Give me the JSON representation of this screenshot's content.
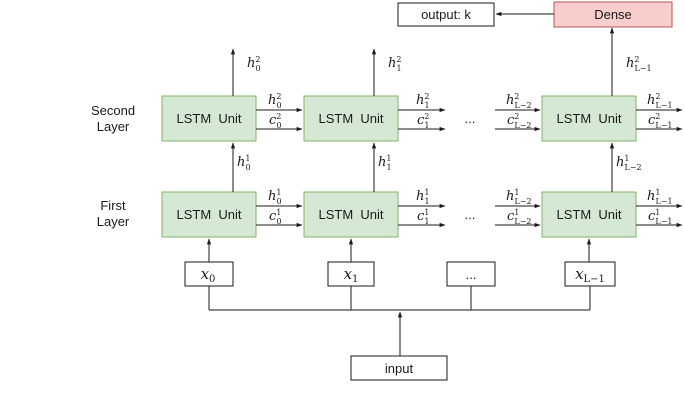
{
  "layer_labels": {
    "second": [
      "Second",
      "Layer"
    ],
    "first": [
      "First",
      "Layer"
    ]
  },
  "units": {
    "lstm_label": "LSTM  Unit",
    "dense_label": "Dense",
    "output_label": "output: k",
    "input_label": "input",
    "ellipsis": "..."
  },
  "inputs": {
    "x0": {
      "base": "x",
      "sub": "0"
    },
    "x1": {
      "base": "x",
      "sub": "1"
    },
    "xLm1": {
      "base": "x",
      "sub": "L−1"
    },
    "dots": "..."
  },
  "signals": {
    "h20": {
      "base": "h",
      "sup": "2",
      "sub": "0"
    },
    "c20": {
      "base": "c",
      "sup": "2",
      "sub": "0"
    },
    "h21": {
      "base": "h",
      "sup": "2",
      "sub": "1"
    },
    "c21": {
      "base": "c",
      "sup": "2",
      "sub": "1"
    },
    "h2Lm2": {
      "base": "h",
      "sup": "2",
      "sub": "L−2"
    },
    "c2Lm2": {
      "base": "c",
      "sup": "2",
      "sub": "L−2"
    },
    "h2Lm1": {
      "base": "h",
      "sup": "2",
      "sub": "L−1"
    },
    "c2Lm1": {
      "base": "c",
      "sup": "2",
      "sub": "L−1"
    },
    "h10": {
      "base": "h",
      "sup": "1",
      "sub": "0"
    },
    "c10": {
      "base": "c",
      "sup": "1",
      "sub": "0"
    },
    "h11": {
      "base": "h",
      "sup": "1",
      "sub": "1"
    },
    "c11": {
      "base": "c",
      "sup": "1",
      "sub": "1"
    },
    "h1Lm2": {
      "base": "h",
      "sup": "1",
      "sub": "L−2"
    },
    "c1Lm2": {
      "base": "c",
      "sup": "1",
      "sub": "L−2"
    },
    "h1Lm1": {
      "base": "h",
      "sup": "1",
      "sub": "L−1"
    },
    "c1Lm1": {
      "base": "c",
      "sup": "1",
      "sub": "L−1"
    }
  },
  "colors": {
    "lstm_fill": "#d5e8d4",
    "lstm_stroke": "#82b366",
    "dense_fill": "#f8cecc",
    "dense_stroke": "#b85450",
    "line": "#1a1a1a"
  }
}
